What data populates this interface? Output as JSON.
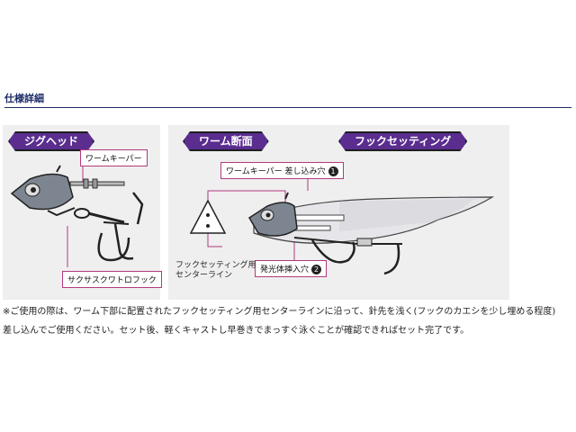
{
  "section": {
    "title": "仕様詳細"
  },
  "jig_panel": {
    "tag": "ジグヘッド",
    "label_worm_keeper": "ワームキーパー",
    "label_hook": "サクサスクワトロフック"
  },
  "worm_panel": {
    "tag_section": "ワーム断面",
    "tag_hook_setting": "フックセッティング",
    "label_keeper_hole": "ワームキーパー 差し込み穴",
    "label_keeper_hole_num": "1",
    "label_glow_hole": "発光体挿入穴",
    "label_glow_hole_num": "2",
    "label_center_line": "フックセッティング用\nセンターライン"
  },
  "notes": {
    "line1": "※ご使用の際は、ワーム下部に配置されたフックセッティング用センターラインに沿って、針先を浅く(フックのカエシを少し埋める程度)",
    "line2": "差し込んでご使用ください。セット後、軽くキャストし早巻きでまっすぐ泳ぐことが確認できればセット完了です。"
  },
  "colors": {
    "tag_bg": "#5a2d8f",
    "leader": "#b13a7e",
    "panel_bg": "#efefef",
    "title": "#1a2a66"
  }
}
